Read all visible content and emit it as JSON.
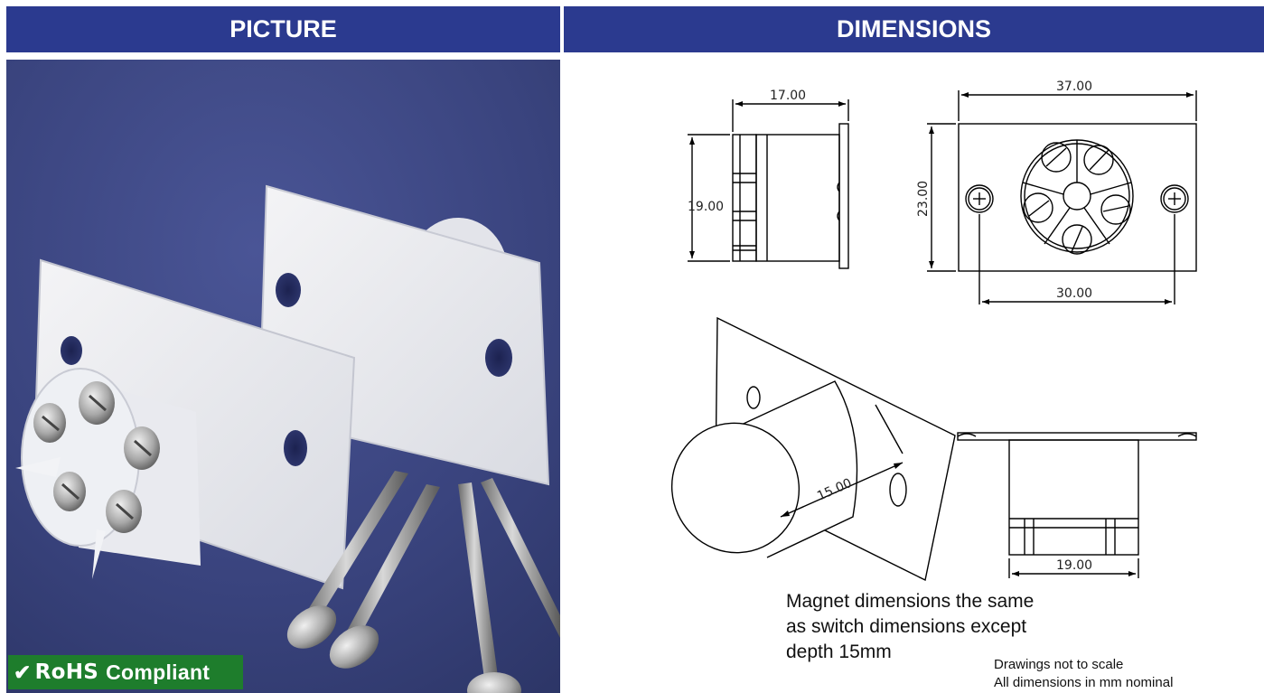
{
  "headers": {
    "picture": "PICTURE",
    "dimensions": "DIMENSIONS"
  },
  "badge": {
    "tick": "✔",
    "strong": "RoHS",
    "text": "Compliant"
  },
  "dimensions": {
    "side_width": "17.00",
    "side_height": "19.00",
    "front_width": "37.00",
    "front_height": "23.00",
    "hole_spacing": "30.00",
    "iso_depth": "15.00",
    "bottom_width": "19.00"
  },
  "note_lines": [
    "Magnet dimensions the same",
    "as switch dimensions except",
    "depth 15mm"
  ],
  "footer_lines": [
    "Drawings not to scale",
    "All dimensions in mm nominal"
  ],
  "colors": {
    "header_bg": "#2b3a8f",
    "badge_bg": "#1e7d2c",
    "photo_bg": "#3a4580"
  }
}
